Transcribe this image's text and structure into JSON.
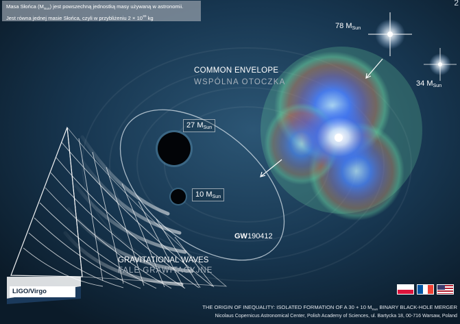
{
  "page_number": "2",
  "info_box": {
    "line1_a": "Masa Słońca (M",
    "line1_sub": "Sun",
    "line1_b": ") jest powszechną jednostką masy używaną w astronomii.",
    "line2_a": "Jest równa jednej masie Słońca, czyli w przybliżeniu 2 × 10",
    "line2_sup": "30",
    "line2_b": " kg"
  },
  "mass_unit": "M",
  "mass_unit_sub": "Sun",
  "masses": {
    "star_large": "78",
    "star_small": "34",
    "black_hole_large": "27",
    "black_hole_small": "10"
  },
  "common_envelope": {
    "english": "COMMON ENVELOPE",
    "polish": "WSPÓLNA OTOCZKA"
  },
  "gravitational_waves": {
    "english": "GRAVITATIONAL WAVES",
    "polish": "FALE GRAWITACYJNE"
  },
  "event": {
    "prefix": "GW",
    "number": "190412"
  },
  "detector": "LIGO/Virgo",
  "flags": [
    "poland-flag",
    "france-flag",
    "usa-flag"
  ],
  "footer": {
    "title_a": "THE ORIGIN OF INEQUALITY: ISOLATED FORMATION OF A 30 + 10 M",
    "title_sub": "Sun",
    "title_b": " BINARY BLACK-HOLE MERGER",
    "credit": "Nicolaus Copernicus Astronomical Center, Polish Academy of Sciences, ul. Bartycka 18, 00-716 Warsaw, Poland"
  },
  "colors": {
    "background": "#0e2233",
    "nebula_core": "#4a7dff",
    "nebula_edge": "#6dd4a0",
    "nebula_warm": "#c46a54"
  }
}
